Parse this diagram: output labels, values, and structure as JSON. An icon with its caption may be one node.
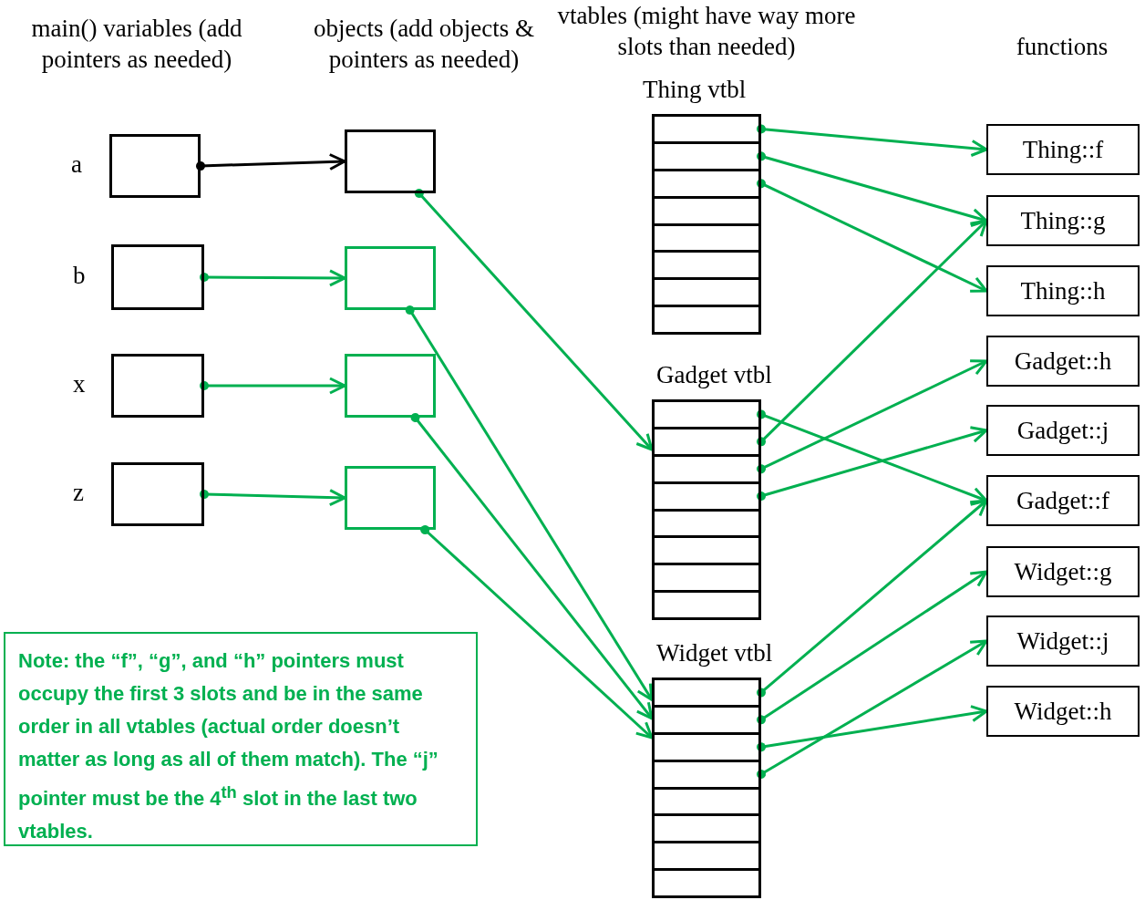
{
  "diagram": {
    "nodes": [
      {
        "text": [],
        "shape": "box",
        "beside": [
          "a"
        ]
      },
      {
        "text": [],
        "shape": "box",
        "beside": [
          "b"
        ]
      },
      {
        "text": [],
        "shape": "box",
        "beside": [
          "x"
        ]
      },
      {
        "text": [],
        "shape": "box",
        "beside": [
          "z"
        ]
      },
      {
        "text": [],
        "shape": "box"
      },
      {
        "text": [],
        "shape": "box"
      },
      {
        "text": [],
        "shape": "box"
      },
      {
        "text": [],
        "shape": "box"
      },
      {
        "text": [
          "Thing vtbl"
        ]
      },
      {
        "text": [],
        "shape": "box",
        "in": 8
      },
      {
        "text": [],
        "shape": "box",
        "in": 8
      },
      {
        "text": [],
        "shape": "box",
        "in": 8
      },
      {
        "text": [],
        "shape": "box",
        "in": 8
      },
      {
        "text": [],
        "shape": "box",
        "in": 8
      },
      {
        "text": [],
        "shape": "box",
        "in": 8
      },
      {
        "text": [],
        "shape": "box",
        "in": 8
      },
      {
        "text": [],
        "shape": "box",
        "in": 8
      },
      {
        "text": [
          "Gadget vtbl"
        ]
      },
      {
        "text": [],
        "shape": "box",
        "in": 17
      },
      {
        "text": [],
        "shape": "box",
        "in": 17
      },
      {
        "text": [],
        "shape": "box",
        "in": 17
      },
      {
        "text": [],
        "shape": "box",
        "in": 17
      },
      {
        "text": [],
        "shape": "box",
        "in": 17
      },
      {
        "text": [],
        "shape": "box",
        "in": 17
      },
      {
        "text": [],
        "shape": "box",
        "in": 17
      },
      {
        "text": [],
        "shape": "box",
        "in": 17
      },
      {
        "text": [
          "Widget vtbl"
        ]
      },
      {
        "text": [],
        "shape": "box",
        "in": 26
      },
      {
        "text": [],
        "shape": "box",
        "in": 26
      },
      {
        "text": [],
        "shape": "box",
        "in": 26
      },
      {
        "text": [],
        "shape": "box",
        "in": 26
      },
      {
        "text": [],
        "shape": "box",
        "in": 26
      },
      {
        "text": [],
        "shape": "box",
        "in": 26
      },
      {
        "text": [],
        "shape": "box",
        "in": 26
      },
      {
        "text": [],
        "shape": "box",
        "in": 26
      },
      {
        "text": [
          "Thing::f"
        ]
      },
      {
        "text": [
          "Thing::g"
        ]
      },
      {
        "text": [
          "Thing::h"
        ]
      },
      {
        "text": [
          "Gadget::h"
        ]
      },
      {
        "text": [
          "Gadget::j"
        ]
      },
      {
        "text": [
          "Gadget::f"
        ]
      },
      {
        "text": [
          "Widget::g"
        ]
      },
      {
        "text": [
          "Widget::j"
        ]
      },
      {
        "text": [
          "Widget::h"
        ]
      },
      {
        "text": [
          "Note: the “f”, “g”, and “h” pointers must occupy the first 3 slots and be in the same order in all vtables (actual order doesn’t matter as long as all of them match).  The “j” pointer must be the 4$^{th}$ slot in the last two vtables."
        ]
      }
    ],
    "edges": [
      {
        "from": 0,
        "to": 4,
        "arrow": "to",
        "color": "#000000"
      },
      {
        "from": 1,
        "to": 5,
        "arrow": "to"
      },
      {
        "from": 2,
        "to": 6,
        "arrow": "to"
      },
      {
        "from": 3,
        "to": 7,
        "arrow": "to"
      },
      {
        "from": 4,
        "to": 17,
        "arrow": "to"
      },
      {
        "from": 5,
        "to": 26,
        "arrow": "to"
      },
      {
        "from": 6,
        "to": 26,
        "arrow": "to"
      },
      {
        "from": 7,
        "to": 26,
        "arrow": "to"
      },
      {
        "from": 9,
        "to": 35,
        "arrow": "to"
      },
      {
        "from": 10,
        "to": 36,
        "arrow": "to"
      },
      {
        "from": 11,
        "to": 37,
        "arrow": "to"
      },
      {
        "from": 18,
        "to": 40,
        "arrow": "to"
      },
      {
        "from": 19,
        "to": 36,
        "arrow": "to"
      },
      {
        "from": 20,
        "to": 38,
        "arrow": "to"
      },
      {
        "from": 21,
        "to": 39,
        "arrow": "to"
      },
      {
        "from": 27,
        "to": 40,
        "arrow": "to"
      },
      {
        "from": 28,
        "to": 41,
        "arrow": "to"
      },
      {
        "from": 29,
        "to": 43,
        "arrow": "to"
      },
      {
        "from": 30,
        "to": 42,
        "arrow": "to"
      }
    ],
    "labels": [
      "main() variables (add pointers as needed)",
      "objects (add objects & pointers as needed)",
      "vtables (might have way more slots than needed)",
      "functions"
    ]
  }
}
